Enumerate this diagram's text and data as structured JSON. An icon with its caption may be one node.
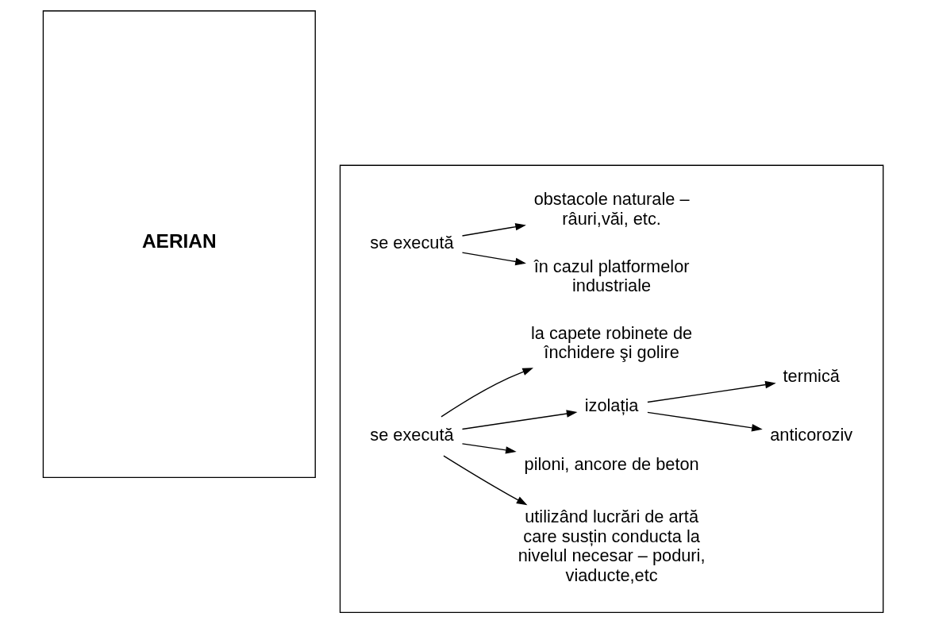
{
  "diagram": {
    "nodes": [
      {
        "text": [
          "AERIAN"
        ]
      },
      {
        "text": [],
        "shape": "box"
      },
      {
        "text": [
          "se execută"
        ],
        "in": 1
      },
      {
        "text": [
          "în cazul platformelor industriale"
        ],
        "in": 1
      },
      {
        "text": [
          "obstacole naturale – râuri,văi, etc."
        ],
        "in": 1
      },
      {
        "text": [
          "se execută"
        ],
        "in": 1
      },
      {
        "text": [
          "utilizând lucrări de artă care susțin conducta la nivelul necesar – poduri, viaducte,etc"
        ],
        "in": 1
      },
      {
        "text": [
          "piloni, ancore de beton"
        ],
        "in": 1
      },
      {
        "text": [
          "izolația"
        ],
        "in": 1
      },
      {
        "text": [
          "anticoroziv"
        ],
        "in": 1
      },
      {
        "text": [
          "termică"
        ],
        "in": 1
      },
      {
        "text": [
          "la capete robinete de închidere şi golire"
        ],
        "in": 1
      }
    ],
    "edges": [
      {
        "from": 2,
        "to": 3,
        "arrow": "to"
      },
      {
        "from": 2,
        "to": 4,
        "arrow": "to"
      },
      {
        "from": 5,
        "to": 6,
        "arrow": "to"
      },
      {
        "from": 5,
        "to": 7,
        "arrow": "to"
      },
      {
        "from": 5,
        "to": 8,
        "arrow": "to"
      },
      {
        "from": 5,
        "to": 11,
        "arrow": "to"
      },
      {
        "from": 8,
        "to": 9,
        "arrow": "to"
      },
      {
        "from": 8,
        "to": 10,
        "arrow": "to"
      }
    ]
  }
}
